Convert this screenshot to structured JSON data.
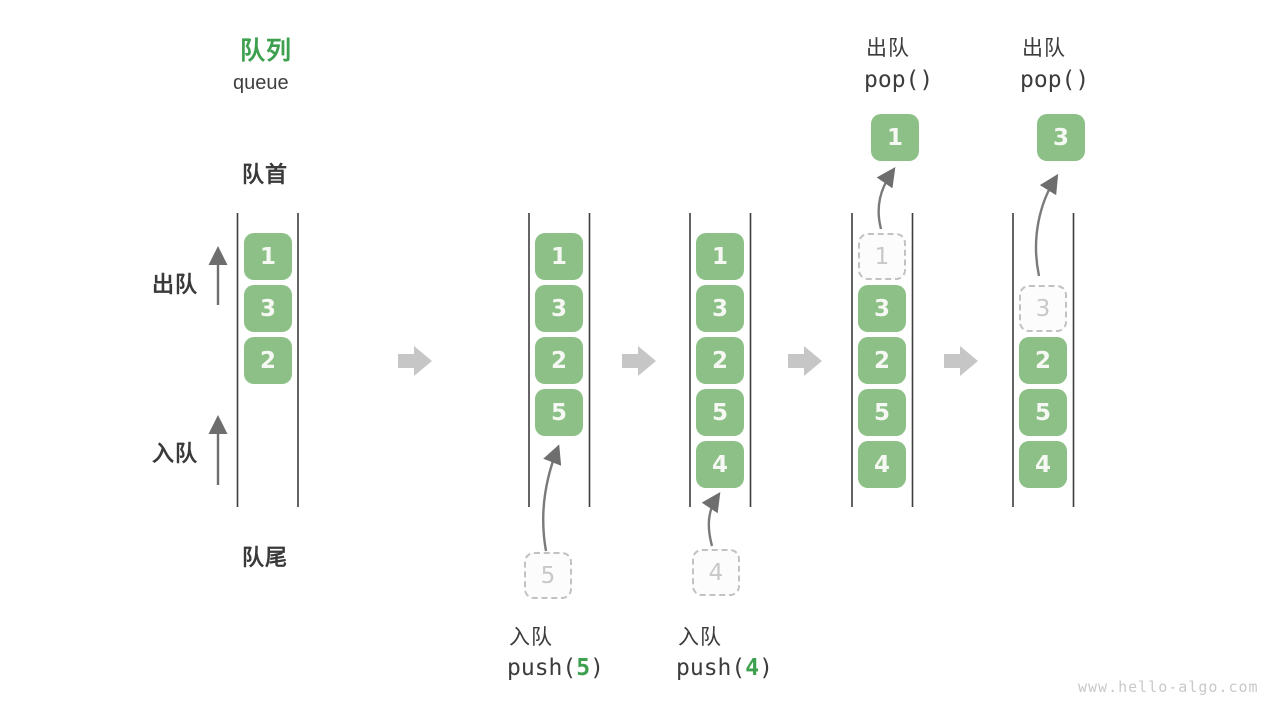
{
  "header": {
    "title_zh": "队列",
    "title_en": "queue"
  },
  "side_labels": {
    "front": "队首",
    "rear": "队尾",
    "dequeue": "出队",
    "enqueue": "入队"
  },
  "states": [
    {
      "slots": [
        "1",
        "3",
        "2"
      ]
    },
    {
      "slots": [
        "1",
        "3",
        "2",
        "5"
      ],
      "staged": "5",
      "op": {
        "label": "入队",
        "fn": "push(",
        "arg": "5",
        "close": ")"
      }
    },
    {
      "slots": [
        "1",
        "3",
        "2",
        "5",
        "4"
      ],
      "staged": "4",
      "op": {
        "label": "入队",
        "fn": "push(",
        "arg": "4",
        "close": ")"
      }
    },
    {
      "ghost": "1",
      "slots": [
        "3",
        "2",
        "5",
        "4"
      ],
      "popped": "1",
      "op": {
        "label": "出队",
        "fn": "pop()"
      }
    },
    {
      "ghost": "3",
      "slots": [
        "2",
        "5",
        "4"
      ],
      "popped": "3",
      "op": {
        "label": "出队",
        "fn": "pop()"
      }
    }
  ],
  "icons": {
    "transition_arrow": "right-block-arrow",
    "flow_arrow": "up-arrow"
  },
  "colors": {
    "cell_green": "#8CC086",
    "accent_green": "#3DA04E",
    "text_dark": "#3C3C3C",
    "ghost_gray": "#C2C2C2",
    "block_arrow_gray": "#C6C6C6",
    "line_dark": "#3D3D3D"
  },
  "watermark": "www.hello-algo.com"
}
